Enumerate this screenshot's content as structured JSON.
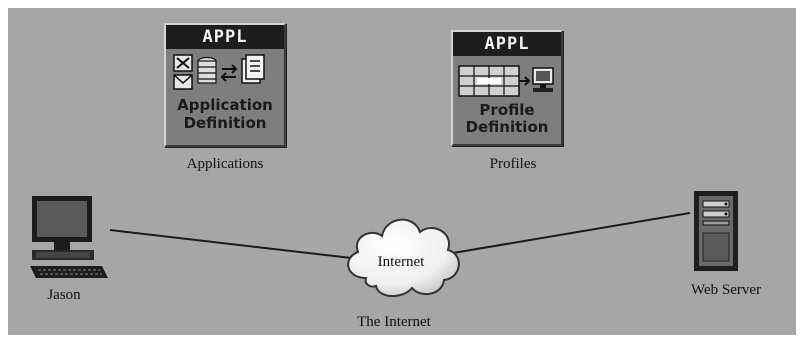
{
  "applications_node": {
    "badge": "APPL",
    "label_line1": "Application",
    "label_line2": "Definition",
    "caption": "Applications"
  },
  "profiles_node": {
    "badge": "APPL",
    "label_line1": "Profile",
    "label_line2": "Definition",
    "caption": "Profiles"
  },
  "client_node": {
    "caption": "Jason",
    "icon": "workstation-icon"
  },
  "internet_node": {
    "inner_label": "Internet",
    "caption": "The Internet",
    "icon": "cloud-icon"
  },
  "server_node": {
    "caption": "Web Server",
    "icon": "server-icon"
  },
  "links": [
    {
      "from": "Jason",
      "to": "The Internet"
    },
    {
      "from": "The Internet",
      "to": "Web Server"
    }
  ],
  "colors": {
    "workspace": "#a6a6a6",
    "module_header": "#1d1d1d",
    "module_body": "#7e7e7e",
    "link": "#1a1a1a"
  }
}
